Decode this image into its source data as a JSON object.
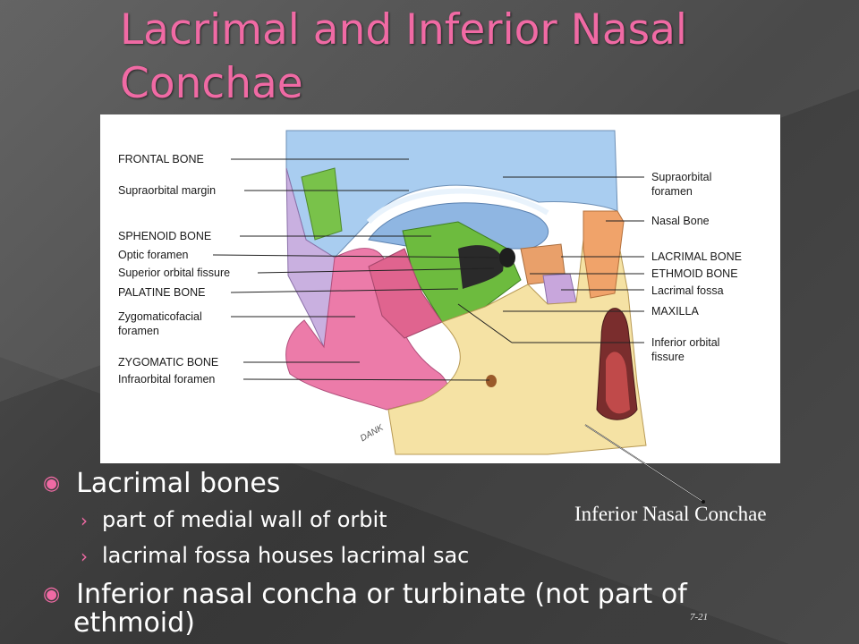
{
  "title": "Lacrimal and Inferior Nasal Conchae",
  "figure_labels_left": [
    "FRONTAL BONE",
    "Supraorbital margin",
    "SPHENOID BONE",
    "Optic foramen",
    "Superior orbital fissure",
    "PALATINE BONE",
    "Zygomaticofacial",
    "foramen",
    "ZYGOMATIC BONE",
    "Infraorbital foramen"
  ],
  "figure_labels_right": [
    "Supraorbital",
    "foramen",
    "Nasal Bone",
    "LACRIMAL BONE",
    "ETHMOID BONE",
    "Lacrimal fossa",
    "MAXILLA",
    "Inferior orbital",
    "fissure"
  ],
  "artist_signature": "DANK",
  "bullets": {
    "b1": "Lacrimal bones",
    "b1_sub1": "part of medial wall of orbit",
    "b1_sub2": "lacrimal fossa houses lacrimal sac",
    "b2": "Inferior nasal concha or turbinate (not part of",
    "b2_cont": "ethmoid)"
  },
  "callout": "Inferior Nasal Conchae",
  "slide_number": "7-21",
  "colors": {
    "title": "#f06aa4",
    "frontal": "#a9cdf0",
    "sphenoid": "#79c24a",
    "zygomatic": "#ec7ba9",
    "maxilla": "#f5e2a4",
    "nasal": "#f0a36a",
    "ethmoid": "#e9a06a",
    "lacrimal": "#c8a6dc"
  },
  "icons": {
    "bullet": "circle-dot-icon",
    "sub_bullet": "chevron-right-icon"
  }
}
